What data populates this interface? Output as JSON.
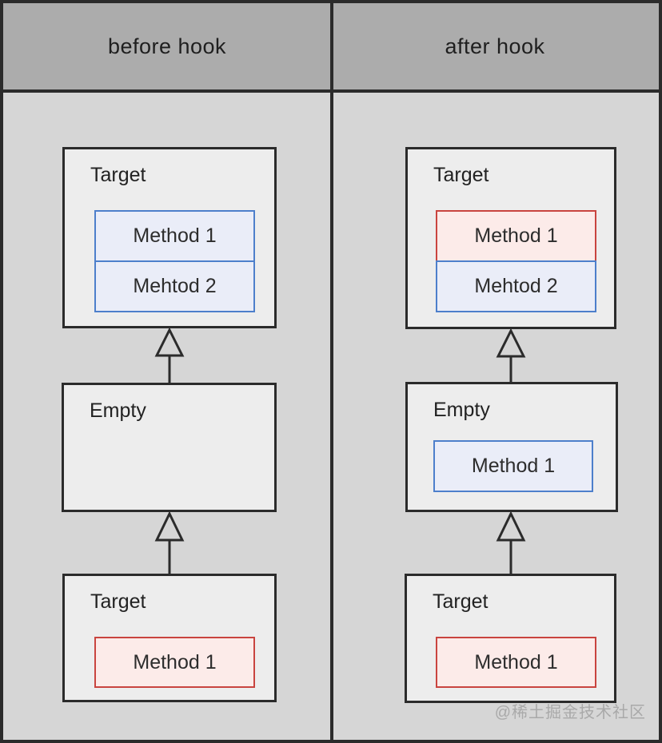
{
  "columns": [
    {
      "header": "before hook",
      "nodes": [
        {
          "title": "Target",
          "methods": [
            {
              "label": "Method 1",
              "style": "blue"
            },
            {
              "label": "Mehtod 2",
              "style": "blue"
            }
          ]
        },
        {
          "title": "Empty",
          "methods": []
        },
        {
          "title": "Target",
          "methods": [
            {
              "label": "Method 1",
              "style": "red"
            }
          ]
        }
      ]
    },
    {
      "header": "after hook",
      "nodes": [
        {
          "title": "Target",
          "methods": [
            {
              "label": "Method 1",
              "style": "red"
            },
            {
              "label": "Mehtod 2",
              "style": "blue"
            }
          ]
        },
        {
          "title": "Empty",
          "methods": [
            {
              "label": "Method 1",
              "style": "blue"
            }
          ]
        },
        {
          "title": "Target",
          "methods": [
            {
              "label": "Method 1",
              "style": "red"
            }
          ]
        }
      ]
    }
  ],
  "watermark": "@稀土掘金技术社区",
  "colors": {
    "header_bg": "#acacac",
    "body_bg": "#d6d6d6",
    "node_bg": "#ededed",
    "line": "#2b2b2b",
    "method_blue_border": "#4d7fcb",
    "method_blue_bg": "#eaedf8",
    "method_red_border": "#c9443f",
    "method_red_bg": "#fcebe9",
    "watermark_text": "#a9a9a9"
  }
}
